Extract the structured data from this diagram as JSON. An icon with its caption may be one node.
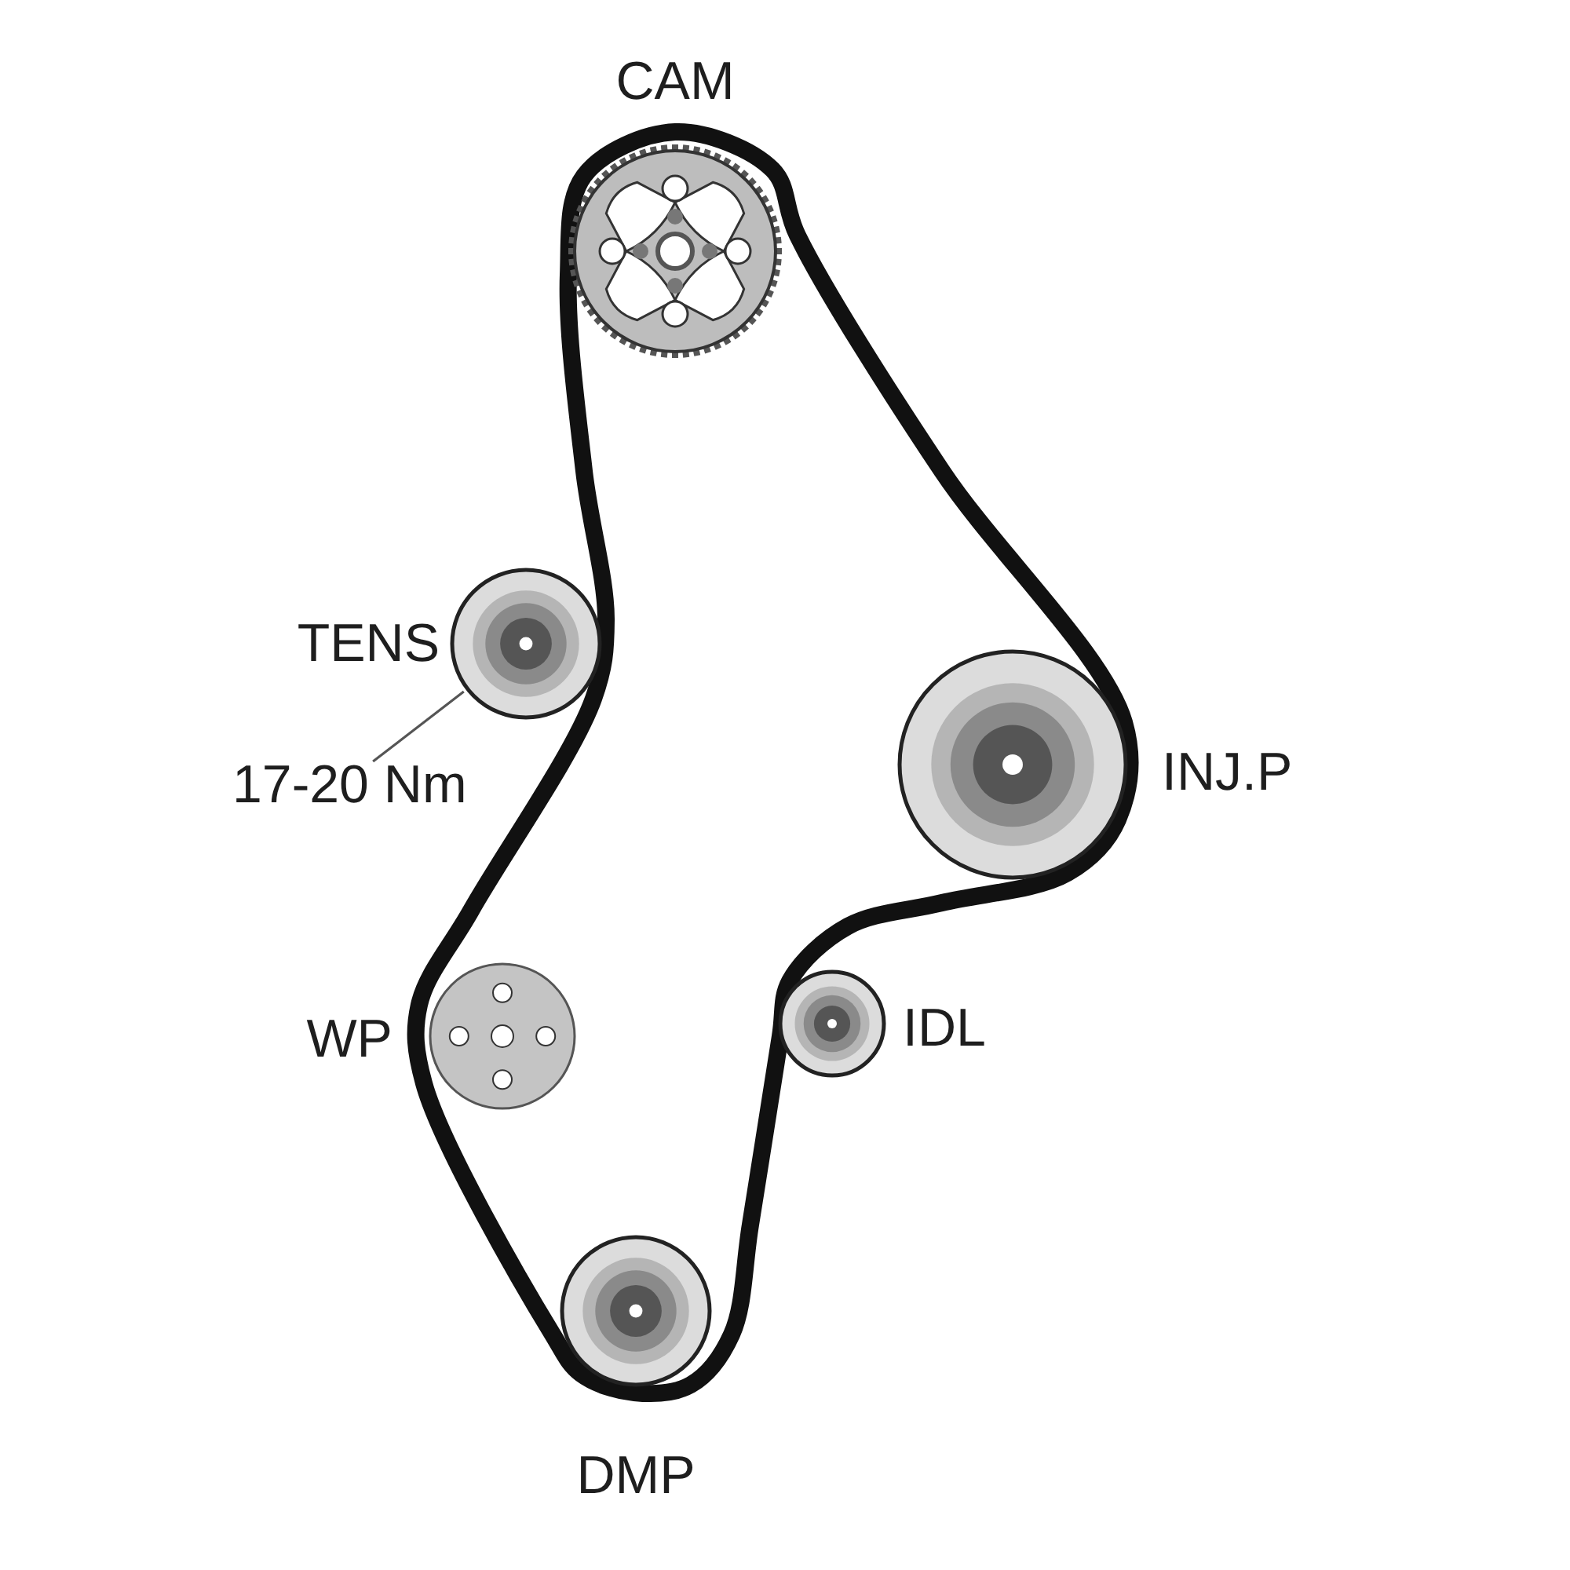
{
  "diagram": {
    "nodes": [
      {
        "text": [
          "CAM"
        ]
      },
      {
        "text": [
          "TENS"
        ]
      },
      {
        "text": [
          "INJ.P"
        ]
      },
      {
        "text": [
          "WP"
        ]
      },
      {
        "text": [
          "IDL"
        ]
      },
      {
        "text": [
          "DMP"
        ]
      },
      {
        "text": [
          "17-20 Nm"
        ]
      }
    ],
    "edges": [
      {
        "from": 6,
        "to": 1,
        "arrow": "none"
      }
    ]
  }
}
